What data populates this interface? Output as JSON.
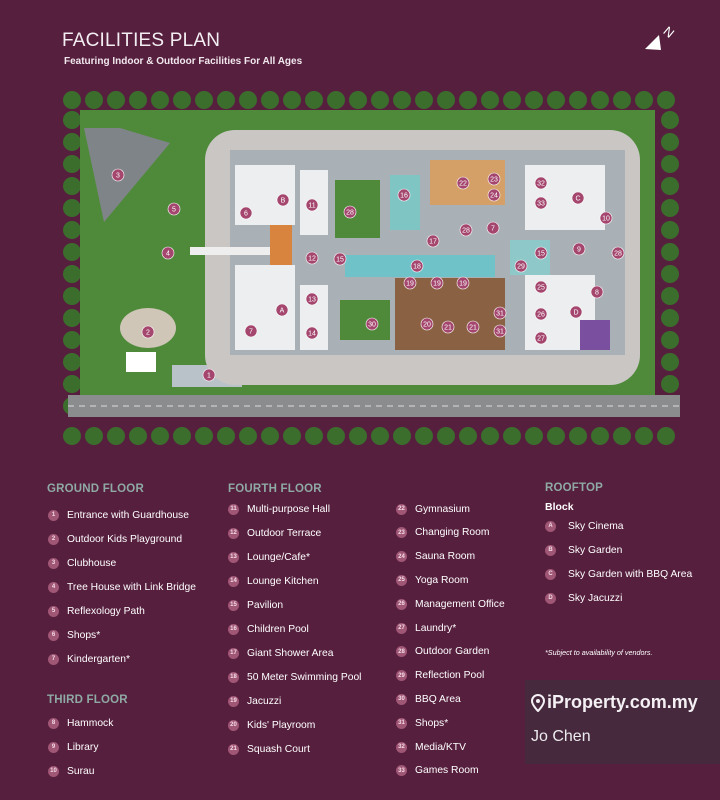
{
  "header": {
    "title": "FACILITIES PLAN",
    "subtitle": "Featuring Indoor & Outdoor Facilities For All Ages",
    "compass_icon": "north-arrow-icon"
  },
  "colors": {
    "background": "#561f3e",
    "marker": "#a05675",
    "heading": "#8fa9a4"
  },
  "map": {
    "markers": [
      "3",
      "5",
      "4",
      "2",
      "1",
      "6",
      "B",
      "11",
      "7",
      "A",
      "13",
      "14",
      "12",
      "15",
      "28",
      "16",
      "22",
      "23",
      "24",
      "17",
      "28",
      "7",
      "18",
      "19",
      "19",
      "19",
      "30",
      "20",
      "21",
      "21",
      "31",
      "31",
      "29",
      "15",
      "32",
      "33",
      "C",
      "10",
      "9",
      "28",
      "25",
      "8",
      "26",
      "D",
      "27"
    ]
  },
  "legend": {
    "ground": {
      "heading": "GROUND FLOOR",
      "items": [
        {
          "n": "1",
          "label": "Entrance with Guardhouse"
        },
        {
          "n": "2",
          "label": "Outdoor Kids Playground"
        },
        {
          "n": "3",
          "label": "Clubhouse"
        },
        {
          "n": "4",
          "label": "Tree House with Link Bridge"
        },
        {
          "n": "5",
          "label": "Reflexology Path"
        },
        {
          "n": "6",
          "label": "Shops*"
        },
        {
          "n": "7",
          "label": "Kindergarten*"
        }
      ]
    },
    "third": {
      "heading": "THIRD FLOOR",
      "items": [
        {
          "n": "8",
          "label": "Hammock"
        },
        {
          "n": "9",
          "label": "Library"
        },
        {
          "n": "10",
          "label": "Surau"
        }
      ]
    },
    "fourth": {
      "heading": "FOURTH FLOOR",
      "items": [
        {
          "n": "11",
          "label": "Multi-purpose Hall"
        },
        {
          "n": "12",
          "label": "Outdoor Terrace"
        },
        {
          "n": "13",
          "label": "Lounge/Cafe*"
        },
        {
          "n": "14",
          "label": "Lounge Kitchen"
        },
        {
          "n": "15",
          "label": "Pavilion"
        },
        {
          "n": "16",
          "label": "Children Pool"
        },
        {
          "n": "17",
          "label": "Giant Shower Area"
        },
        {
          "n": "18",
          "label": "50 Meter Swimming Pool"
        },
        {
          "n": "19",
          "label": "Jacuzzi"
        },
        {
          "n": "20",
          "label": "Kids' Playroom"
        },
        {
          "n": "21",
          "label": "Squash Court"
        },
        {
          "n": "22",
          "label": "Gymnasium"
        },
        {
          "n": "23",
          "label": "Changing Room"
        },
        {
          "n": "24",
          "label": "Sauna Room"
        },
        {
          "n": "25",
          "label": "Yoga Room"
        },
        {
          "n": "26",
          "label": "Management Office"
        },
        {
          "n": "27",
          "label": "Laundry*"
        },
        {
          "n": "28",
          "label": "Outdoor Garden"
        },
        {
          "n": "29",
          "label": "Reflection Pool"
        },
        {
          "n": "30",
          "label": "BBQ Area"
        },
        {
          "n": "31",
          "label": "Shops*"
        },
        {
          "n": "32",
          "label": "Media/KTV"
        },
        {
          "n": "33",
          "label": "Games Room"
        }
      ]
    },
    "rooftop": {
      "heading": "ROOFTOP",
      "block_label": "Block",
      "items": [
        {
          "n": "A",
          "label": "Sky Cinema"
        },
        {
          "n": "B",
          "label": "Sky Garden"
        },
        {
          "n": "C",
          "label": "Sky Garden with BBQ Area"
        },
        {
          "n": "D",
          "label": "Sky Jacuzzi"
        }
      ]
    },
    "footnote": "*Subject to availability of vendors."
  },
  "watermark": {
    "brand": "iProperty.com.my",
    "agent": "Jo Chen",
    "pin_icon": "location-pin-icon"
  }
}
